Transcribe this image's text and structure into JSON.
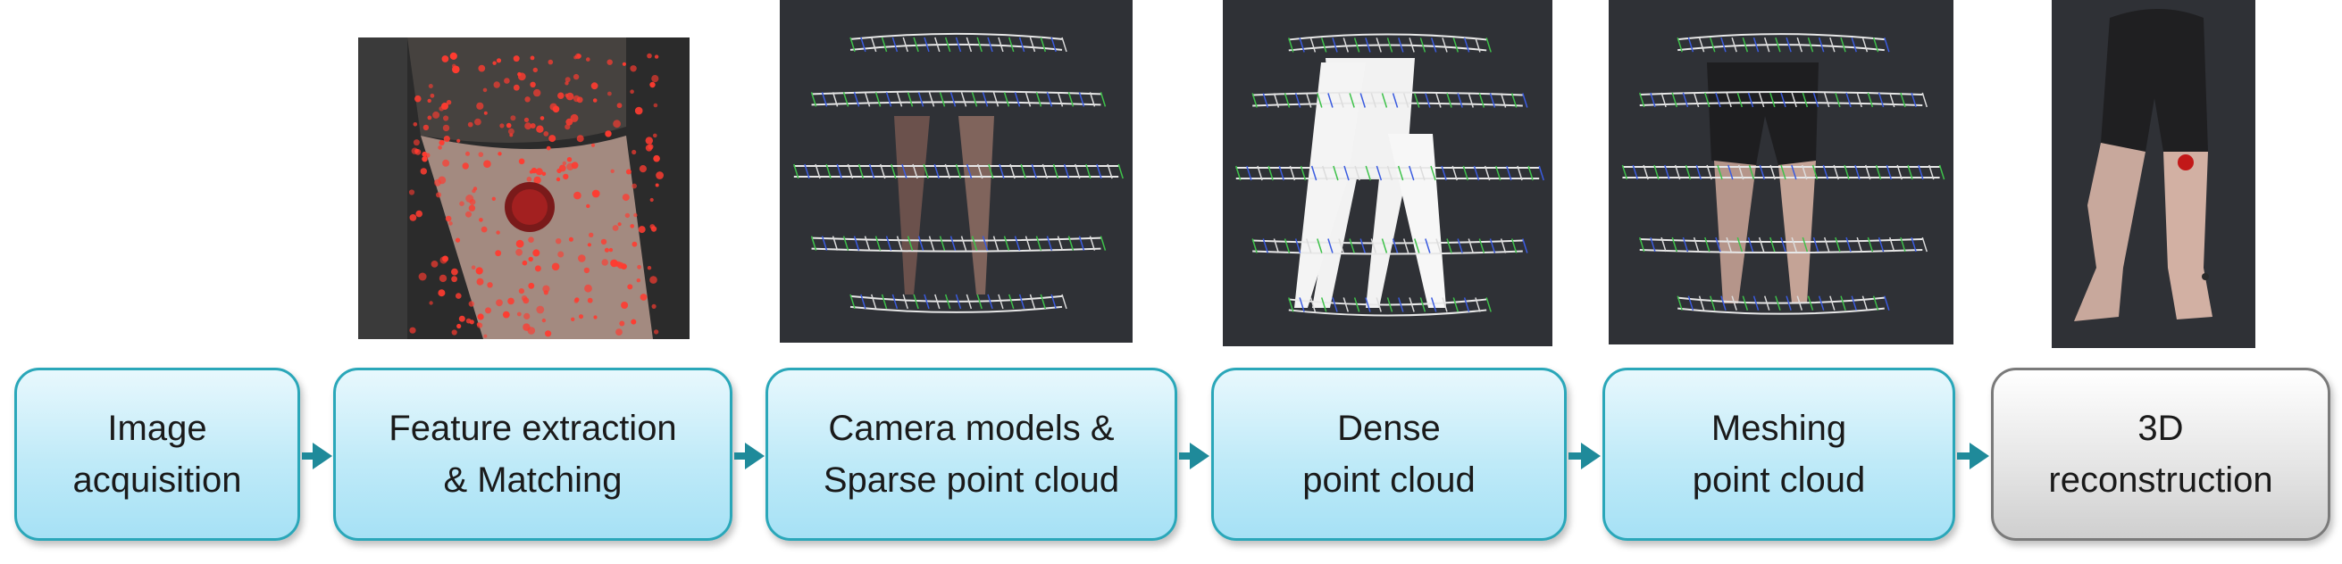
{
  "stages": [
    {
      "line1": "Image",
      "line2": "acquisition"
    },
    {
      "line1": "Feature extraction",
      "line2": "& Matching"
    },
    {
      "line1": "Camera models &",
      "line2": "Sparse point cloud"
    },
    {
      "line1": "Dense",
      "line2": "point cloud"
    },
    {
      "line1": "Meshing",
      "line2": "point cloud"
    },
    {
      "line1": "3D",
      "line2": "reconstruction"
    }
  ],
  "colors": {
    "stage_border": "#2aa7b9",
    "stage_fill": "#bfeaf8",
    "final_border": "#7a7a7a",
    "final_fill": "#e0e0e0",
    "arrow": "#1f8a9a",
    "panel_bg": "#2e3035"
  }
}
